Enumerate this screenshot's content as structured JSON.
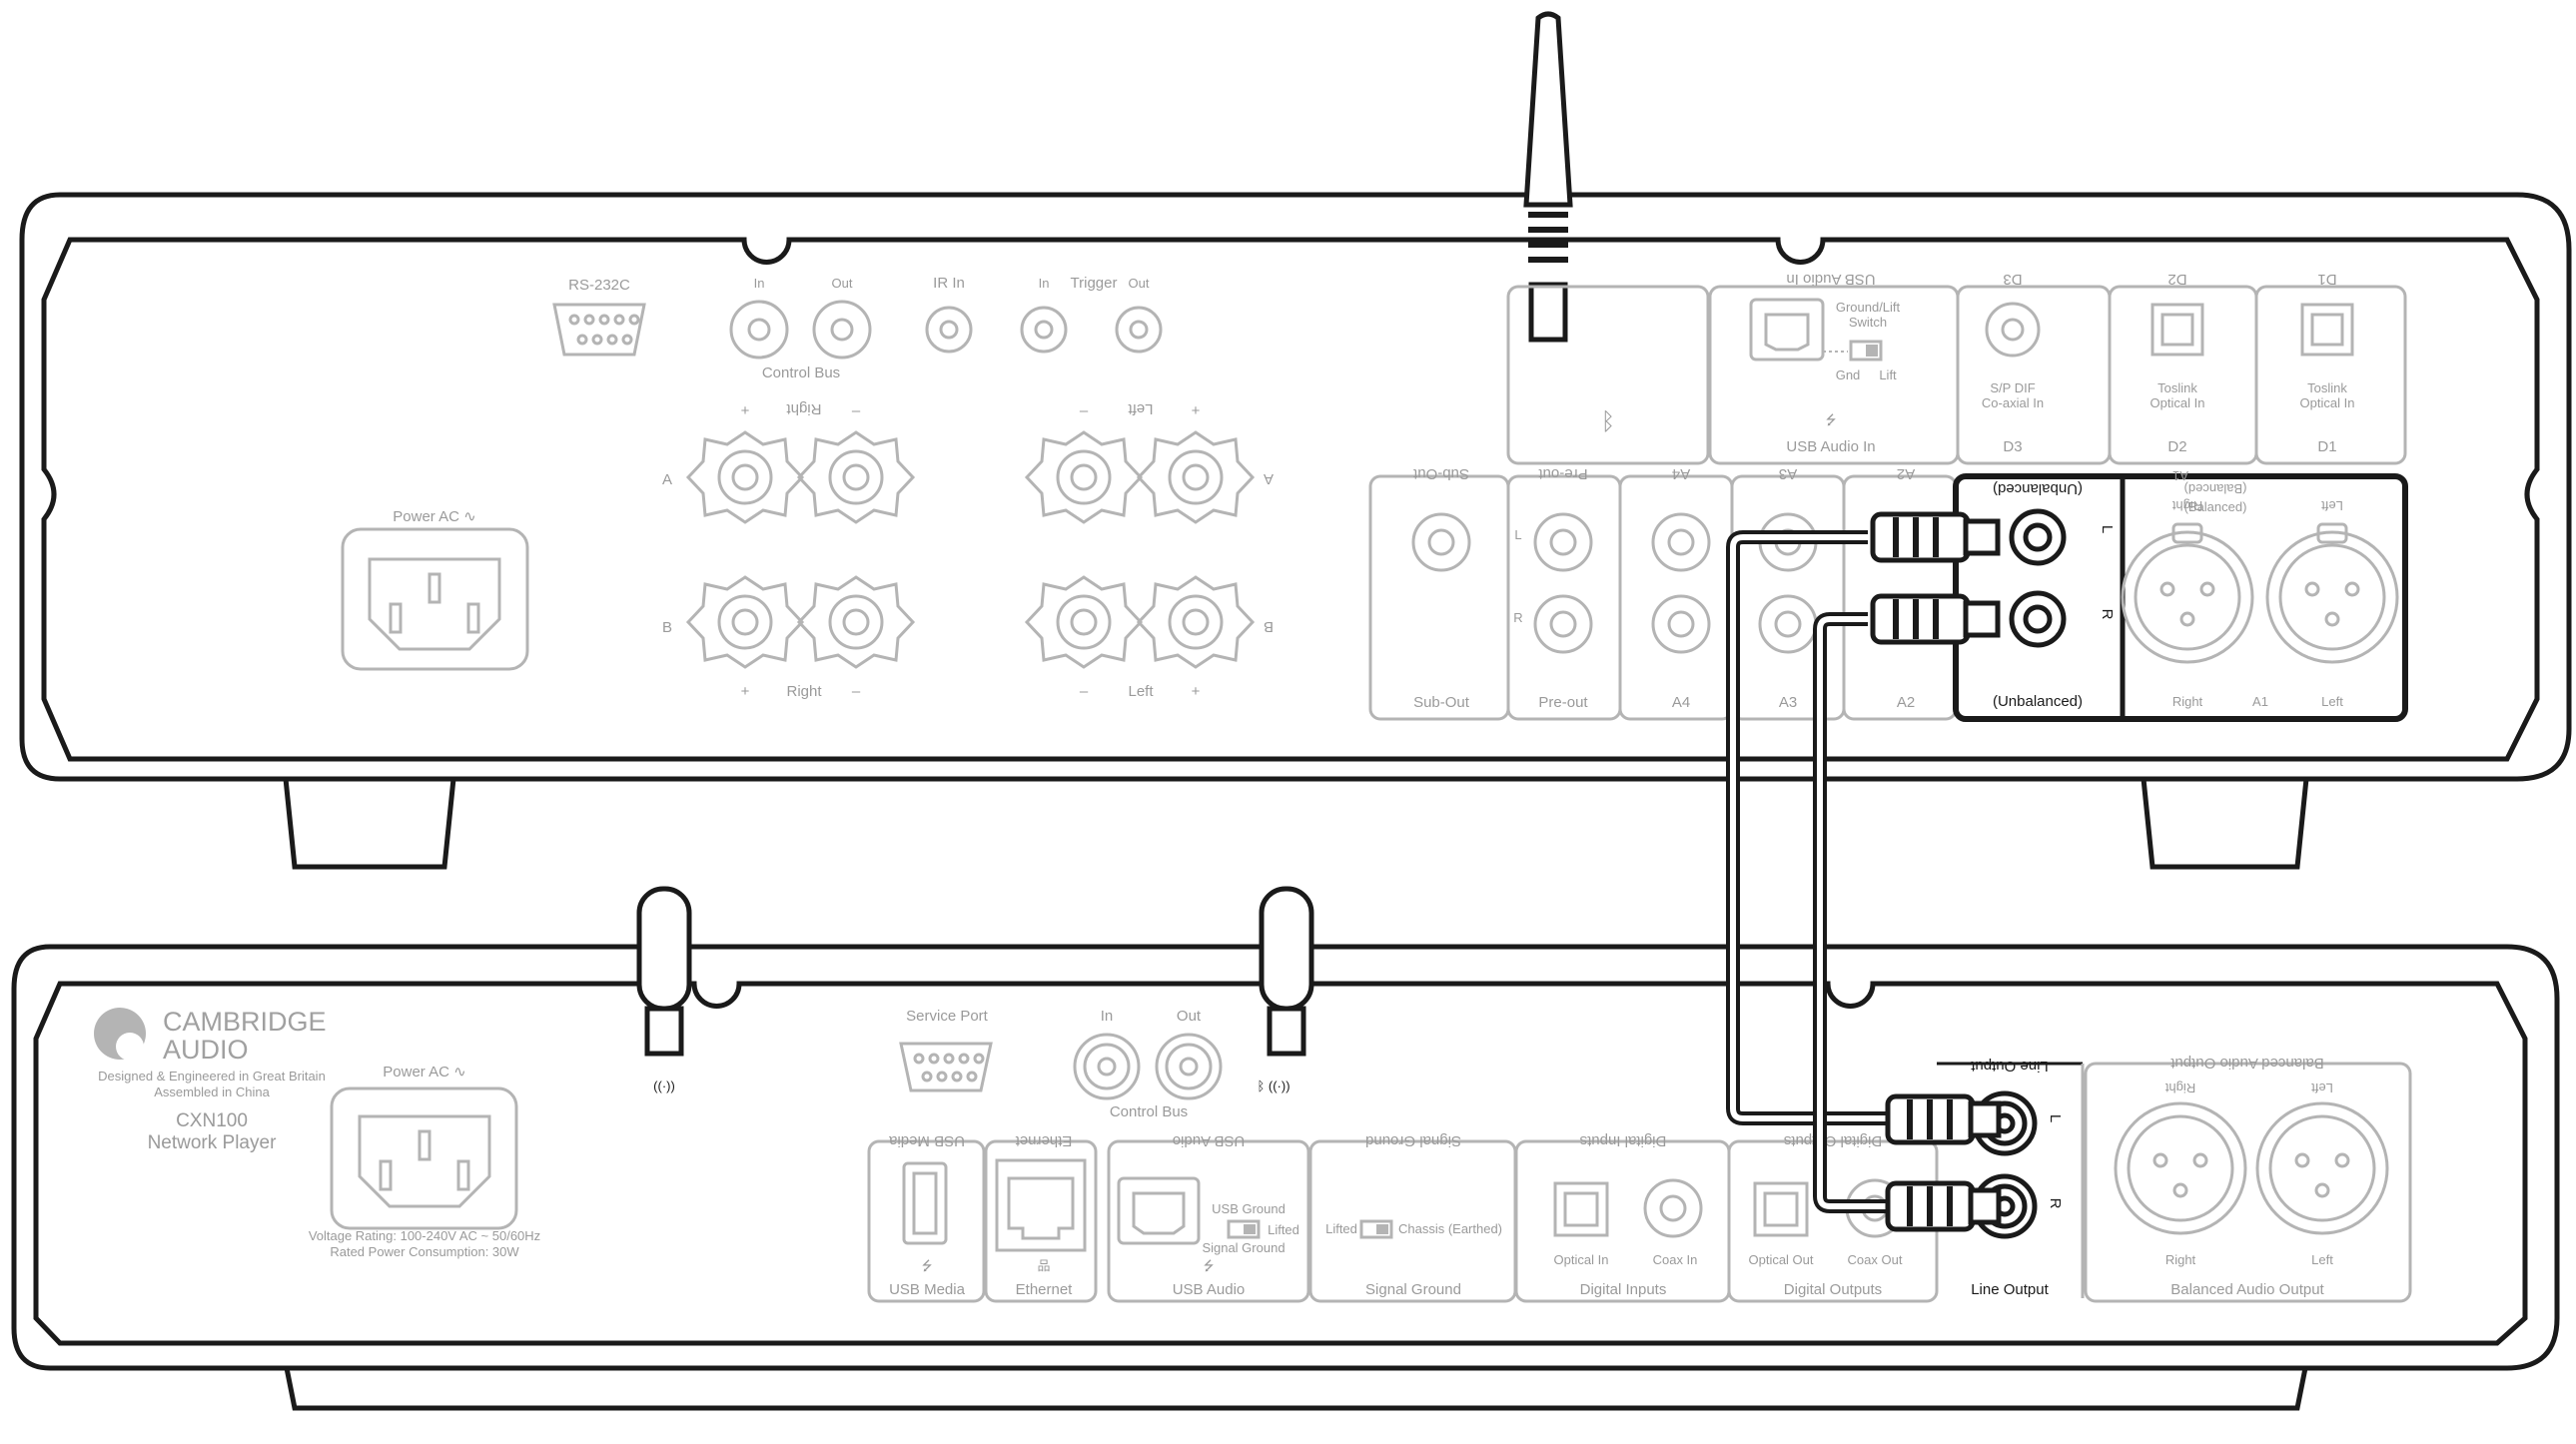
{
  "amplifier": {
    "rs232": "RS-232C",
    "control_bus": "Control Bus",
    "cb_in": "In",
    "cb_out": "Out",
    "ir_in": "IR In",
    "trigger": "Trigger",
    "trig_in": "In",
    "trig_out": "Out",
    "power_ac": "Power AC ∿",
    "spk_right": "Right",
    "spk_left": "Left",
    "spk_a": "A",
    "spk_b": "B",
    "plus": "+",
    "minus": "–",
    "usb_audio_in": "USB Audio In",
    "ground_lift_switch_1": "Ground/Lift",
    "ground_lift_switch_2": "Switch",
    "gnd": "Gnd",
    "lift": "Lift",
    "spdif_1": "S/P DIF",
    "spdif_2": "Co-axial In",
    "toslink_1": "Toslink",
    "toslink_2": "Optical In",
    "d3": "D3",
    "d2": "D2",
    "d1": "D1",
    "sub_out": "Sub-Out",
    "pre_out": "Pre-out",
    "a4": "A4",
    "a3": "A3",
    "a2": "A2",
    "a1": "A1",
    "unbalanced": "(Unbalanced)",
    "balanced": "(Balanced)",
    "right": "Right",
    "left": "Left",
    "l": "L",
    "r": "R"
  },
  "player": {
    "brand_1": "CAMBRIDGE",
    "brand_2": "AUDIO",
    "designed_1": "Designed & Engineered in Great Britain",
    "designed_2": "Assembled in China",
    "model": "CXN100",
    "model_sub": "Network Player",
    "power_ac": "Power AC ∿",
    "voltage": "Voltage Rating: 100-240V AC ~ 50/60Hz",
    "power_consumption": "Rated Power Consumption: 30W",
    "service_port": "Service Port",
    "cb_in": "In",
    "cb_out": "Out",
    "control_bus": "Control Bus",
    "usb_media": "USB Media",
    "ethernet": "Ethernet",
    "usb_audio": "USB Audio",
    "usb_ground": "USB Ground",
    "lifted": "Lifted",
    "signal_ground_sw": "Signal Ground",
    "signal_ground": "Signal Ground",
    "sg_lifted": "Lifted",
    "chassis": "Chassis (Earthed)",
    "digital_inputs": "Digital Inputs",
    "optical_in": "Optical In",
    "coax_in": "Coax In",
    "digital_outputs": "Digital Outputs",
    "optical_out": "Optical Out",
    "coax_out": "Coax Out",
    "line_output": "Line Output",
    "balanced_audio_output": "Balanced Audio Output",
    "right": "Right",
    "left": "Left",
    "l": "L",
    "r": "R"
  }
}
